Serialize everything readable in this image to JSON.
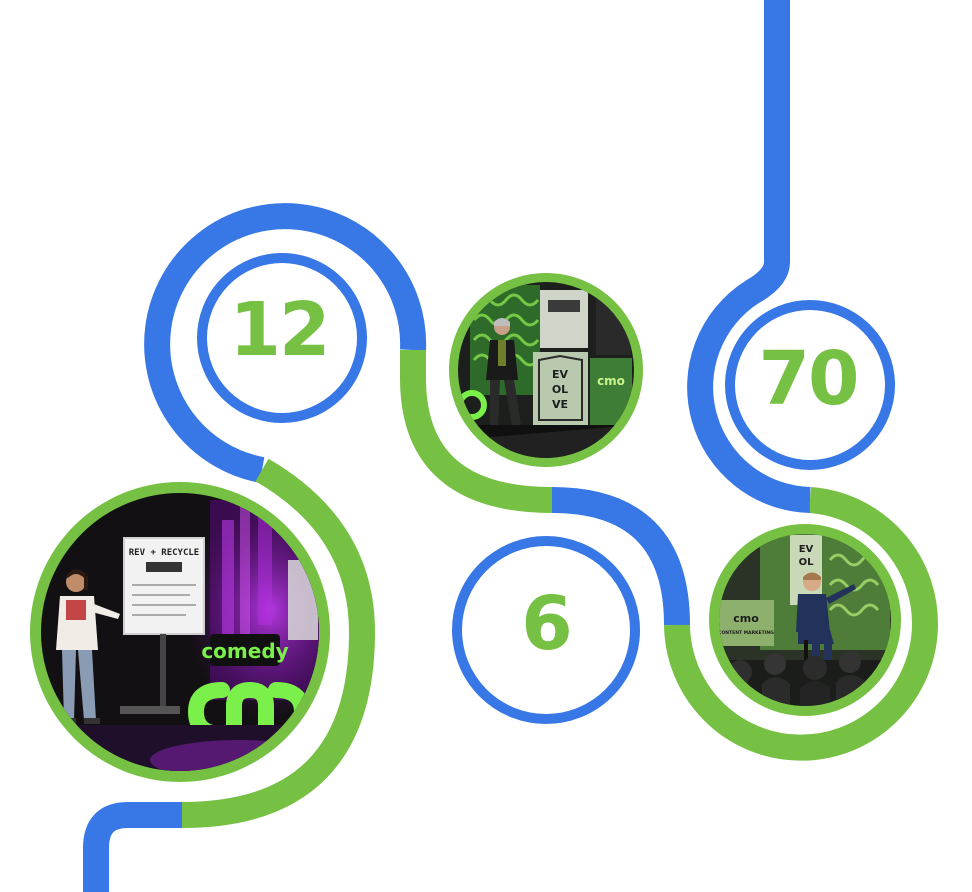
{
  "colors": {
    "blue": "#3777E6",
    "green": "#76C043",
    "dark_stage": "#141414",
    "neon_green": "#7CF04A",
    "purple_light": "#A62BD1"
  },
  "stats": {
    "stat_1": "12",
    "stat_2": "70",
    "stat_3": "6"
  },
  "photos": {
    "photo_left": {
      "screen_title": "REV + RECYCLE",
      "sign_text": "comedy",
      "logo_text": "cmo"
    },
    "photo_top": {
      "panel_text_1": "EV",
      "panel_text_2": "OL",
      "panel_text_3": "VE",
      "logo_text": "cmo"
    },
    "photo_right": {
      "panel_text_1": "EV",
      "panel_text_2": "OL",
      "logo_text": "cmo",
      "podium_text": "CONTENT MARKETING"
    }
  }
}
